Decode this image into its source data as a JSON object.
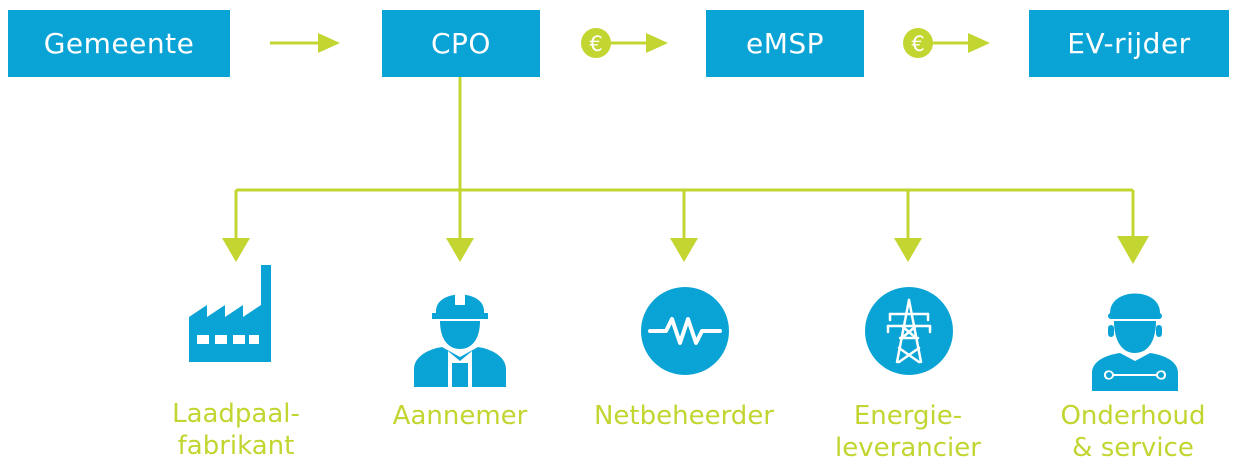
{
  "top_row": {
    "gemeente": "Gemeente",
    "cpo": "CPO",
    "emsp": "eMSP",
    "ev_rijder": "EV-rijder"
  },
  "payment_symbol": "€",
  "stakeholders": [
    {
      "line1": "Laadpaal-",
      "line2": "fabrikant",
      "icon": "factory-icon"
    },
    {
      "line1": "Aannemer",
      "line2": "",
      "icon": "construction-worker-icon"
    },
    {
      "line1": "Netbeheerder",
      "line2": "",
      "icon": "grid-resistor-icon"
    },
    {
      "line1": "Energie-",
      "line2": "leverancier",
      "icon": "power-pylon-icon"
    },
    {
      "line1": "Onderhoud",
      "line2": "& service",
      "icon": "mechanic-icon"
    }
  ],
  "colors": {
    "blue": "#0aa3d6",
    "green": "#c2d530",
    "white": "#ffffff"
  }
}
